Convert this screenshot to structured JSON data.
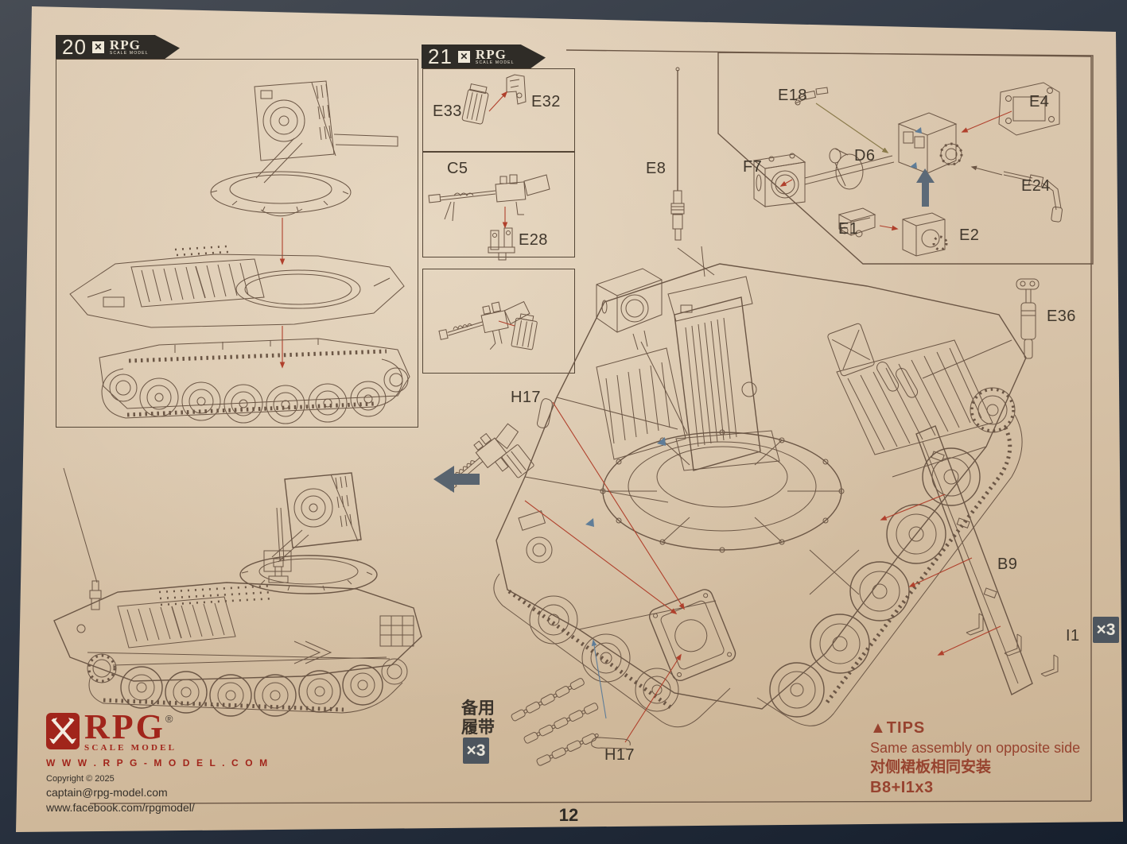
{
  "meta": {
    "page_number": "12"
  },
  "colors": {
    "paper": "#d8c4aa",
    "ink": "#6b5645",
    "leader_red": "#b0402c",
    "leader_blue": "#5f7d98",
    "brand_red": "#a1251b",
    "badge_bg": "#4d555e",
    "background_navy": "#232c3a"
  },
  "banners": {
    "step20_number": "20",
    "step21_number": "21",
    "brand": "RPG",
    "brand_sub": "SCALE MODEL",
    "brand_icon": "✕"
  },
  "parts": {
    "e33": "E33",
    "e32": "E32",
    "c5": "C5",
    "e28": "E28",
    "e18": "E18",
    "e4": "E4",
    "f7": "F7",
    "d6": "D6",
    "e24": "E24",
    "e1": "E1",
    "e2": "E2",
    "e8": "E8",
    "e36": "E36",
    "h17_top": "H17",
    "h17_bottom": "H17",
    "b9": "B9",
    "i1": "I1",
    "i1_count": "×3"
  },
  "spare_track": {
    "caption_line1": "备用",
    "caption_line2": "履带",
    "count": "×3"
  },
  "tips": {
    "marker": "▲",
    "title": "TIPS",
    "line1": "Same assembly on opposite side",
    "line2": "对侧裙板相同安装",
    "line3": "B8+I1x3"
  },
  "footer": {
    "brand": "RPG",
    "registered": "®",
    "brand_sub": "SCALE MODEL",
    "website": "W W W . R P G - M O D E L . C O M",
    "copyright": "Copyright © 2025",
    "email": "captain@rpg-model.com",
    "facebook": "www.facebook.com/rpgmodel/"
  }
}
